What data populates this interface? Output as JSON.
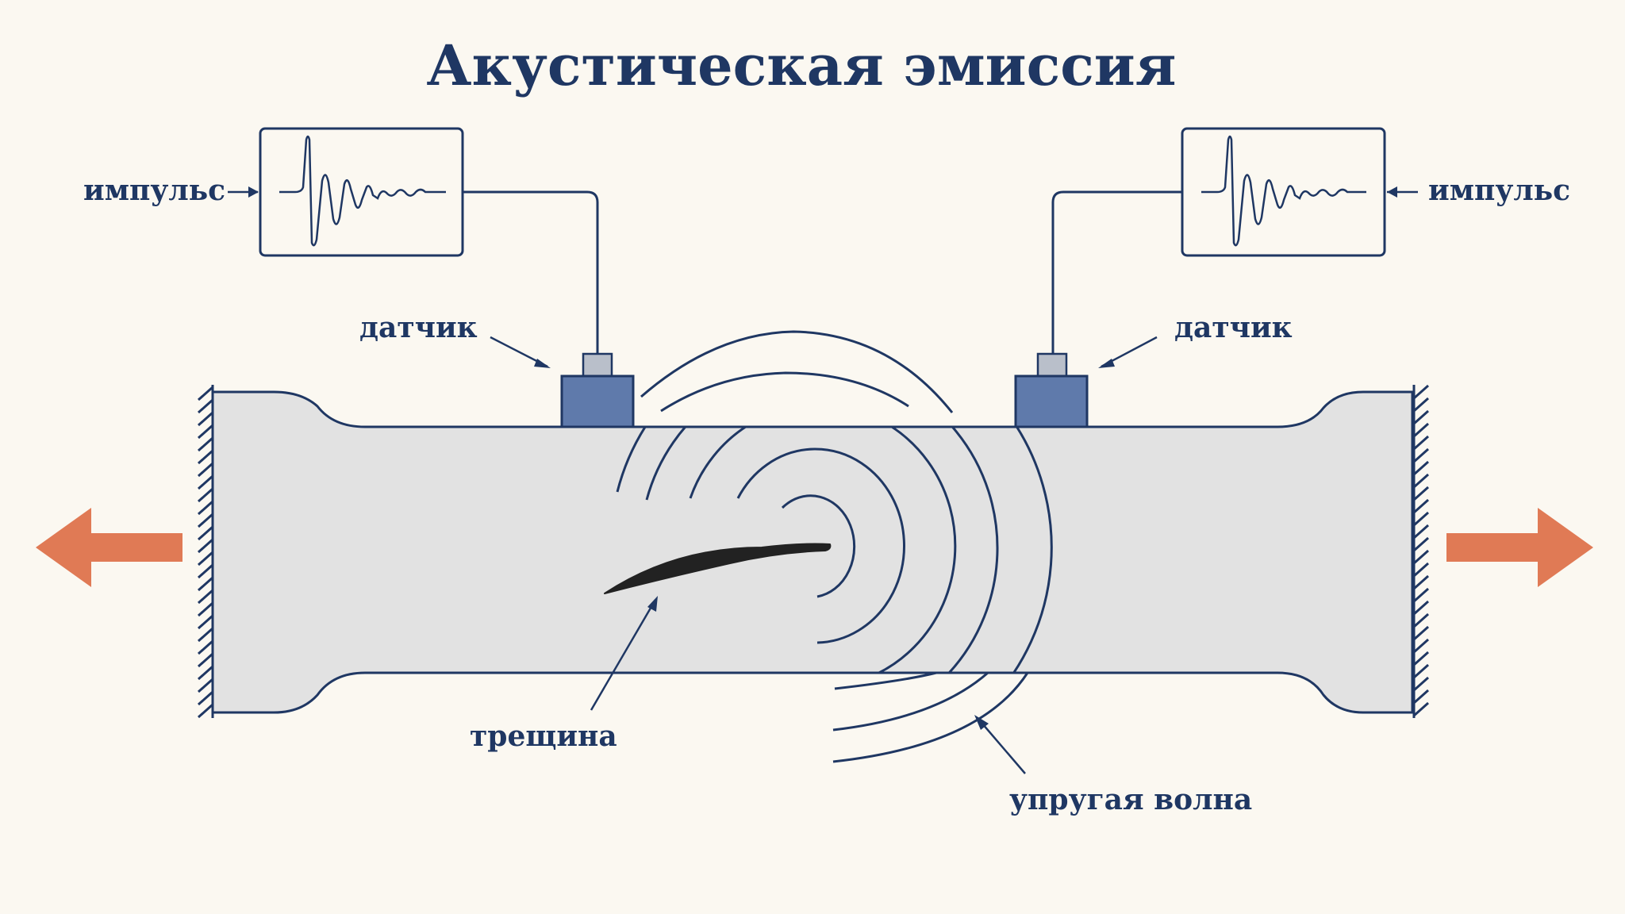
{
  "title": "Акустическая эмиссия",
  "labels": {
    "pulse_left": "импульс",
    "pulse_right": "импульс",
    "sensor_left": "датчик",
    "sensor_right": "датчик",
    "crack": "трещина",
    "wave": "упругая волна"
  },
  "colors": {
    "ink": "#1f3763",
    "specimen": "#e2e2e2",
    "sensor": "#5f7aab",
    "sensor_top": "#b9bfca",
    "arrow": "#e07a55",
    "background": "#fbf8f1"
  }
}
